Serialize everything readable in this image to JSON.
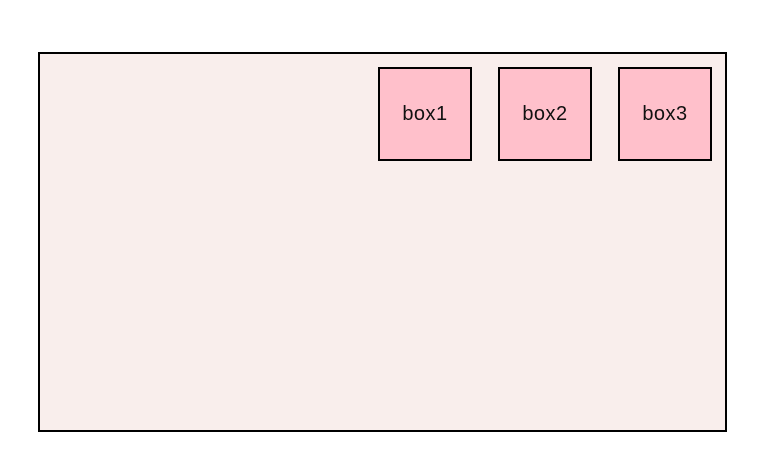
{
  "page": {
    "description": "flexbox demo page with three boxes aligned to the top-right of a bordered container"
  },
  "container": {
    "boxes": [
      {
        "label": "box1"
      },
      {
        "label": "box2"
      },
      {
        "label": "box3"
      }
    ]
  },
  "colors": {
    "container_bg": "#f9eeec",
    "box_fill": "#ffc0cb",
    "border": "#000000",
    "text": "#111111",
    "page_bg": "#ffffff"
  }
}
